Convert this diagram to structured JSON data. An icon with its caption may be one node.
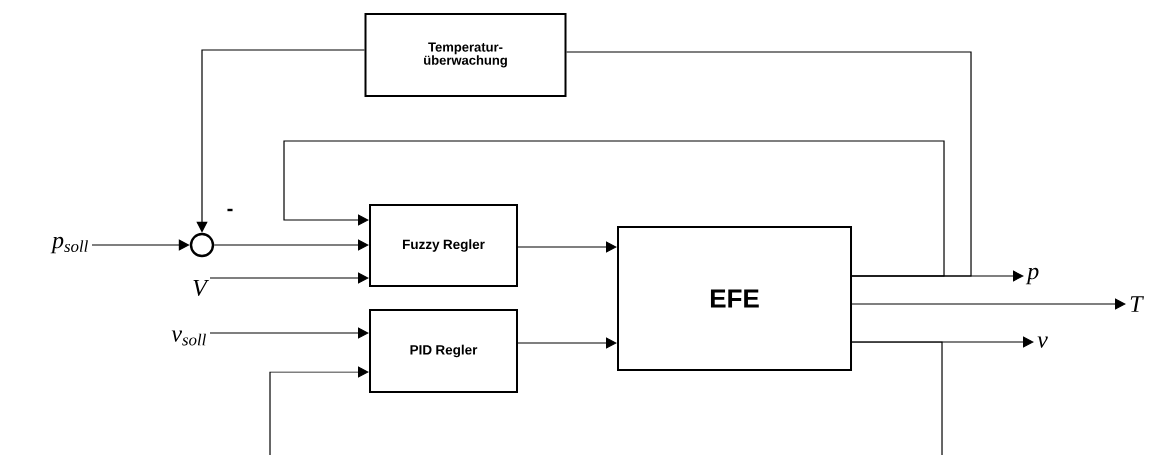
{
  "diagram": {
    "nodes": [
      {
        "text": [
          "Temperatur- überwachung"
        ]
      },
      {
        "text": [
          "p$_{soll}$"
        ]
      },
      {
        "text": [],
        "shape": "circle"
      },
      {
        "text": [
          "V"
        ]
      },
      {
        "text": [
          "Fuzzy Regler"
        ]
      },
      {
        "text": [
          "v$_{soll}$"
        ]
      },
      {
        "text": [
          "PID Regler"
        ]
      },
      {
        "text": [
          "EFE"
        ]
      },
      {
        "text": [
          "p"
        ]
      },
      {
        "text": [
          "T"
        ]
      },
      {
        "text": [
          "v"
        ]
      }
    ],
    "edges": [
      {
        "from": 1,
        "to": 2,
        "arrow": "to"
      },
      {
        "from": 2,
        "to": 4,
        "arrow": "to"
      },
      {
        "from": 3,
        "to": 4,
        "arrow": "to"
      },
      {
        "from": 4,
        "to": 7,
        "arrow": "to"
      },
      {
        "from": 5,
        "to": 6,
        "arrow": "to"
      },
      {
        "from": null,
        "to": 6,
        "arrow": "to"
      },
      {
        "from": 6,
        "to": 7,
        "arrow": "to"
      },
      {
        "from": 7,
        "to": 8,
        "arrow": "to"
      },
      {
        "from": 7,
        "to": 9,
        "arrow": "to"
      },
      {
        "from": 7,
        "to": 10,
        "arrow": "to"
      },
      {
        "from": 7,
        "to": 4,
        "arrow": "to"
      },
      {
        "from": 7,
        "to": 0,
        "arrow": "none"
      },
      {
        "from": 0,
        "to": 2,
        "arrow": "to"
      },
      {
        "from": 7,
        "to": null,
        "arrow": "none"
      }
    ],
    "labels": [
      "-"
    ]
  }
}
